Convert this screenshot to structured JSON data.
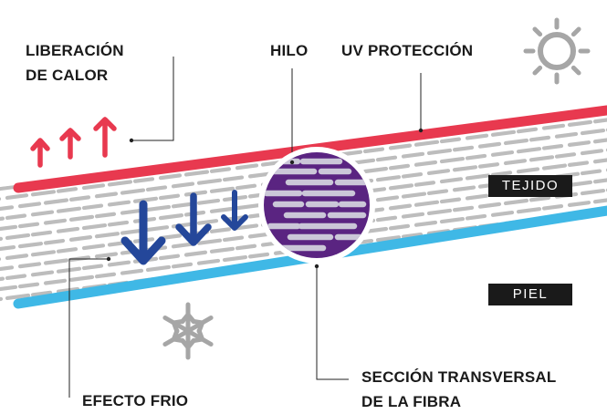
{
  "labels": {
    "heat_release_line1": "LIBERACIÓN",
    "heat_release_line2": "DE CALOR",
    "thread": "HILO",
    "uv_protection": "UV PROTECCIÓN",
    "fabric": "TEJIDO",
    "skin": "PIEL",
    "fiber_section_line1": "SECCIÓN TRANSVERSAL",
    "fiber_section_line2": "DE LA FIBRA",
    "cool_effect": "EFECTO FRIO"
  },
  "colors": {
    "outer_line": "#e8394f",
    "inner_line": "#3fb8e6",
    "fabric_dash": "#bdbdbd",
    "heat_arrows": "#e8394f",
    "cool_arrows": "#24479a",
    "fiber_fill": "#5a2481",
    "fiber_strands": "#cbc7d8",
    "icon_gray": "#a6a6a6",
    "label_text": "#1a1a1a"
  },
  "icons": [
    "sun-icon",
    "snowflake-icon",
    "arrow-up-icon",
    "arrow-down-icon"
  ]
}
